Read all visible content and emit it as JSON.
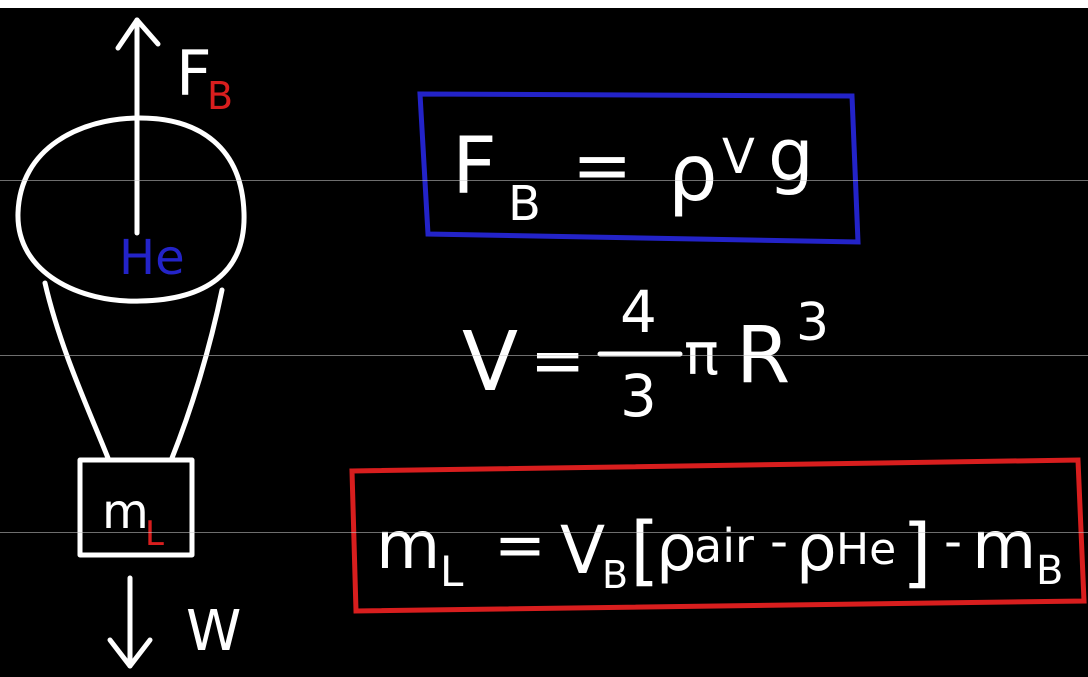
{
  "diagram": {
    "force_up": {
      "symbol": "F",
      "subscript": "B"
    },
    "gas_label": "He",
    "load": {
      "symbol": "m",
      "subscript": "L"
    },
    "force_down": "W"
  },
  "equations": {
    "buoyancy": {
      "lhs": "F",
      "lhs_sub": "B",
      "eq": "=",
      "rhs_rho": "ρ",
      "rhs_v": "V",
      "rhs_g": "g"
    },
    "volume": {
      "lhs": "V",
      "eq": "=",
      "num": "4",
      "den": "3",
      "pi": "π",
      "r": "R",
      "exp": "3"
    },
    "load_mass": {
      "lhs": "m",
      "lhs_sub": "L",
      "eq": "=",
      "v": "V",
      "v_sub": "B",
      "open": "[",
      "rho_air": "ρ",
      "air": "air",
      "minus1": "-",
      "rho_he": "ρ",
      "he": "He",
      "close": "]",
      "minus2": "-",
      "m_b": "m",
      "m_b_sub": "B"
    }
  },
  "colors": {
    "background": "#000000",
    "chalk": "#ffffff",
    "red": "#d81e1e",
    "blue": "#2323c8"
  }
}
